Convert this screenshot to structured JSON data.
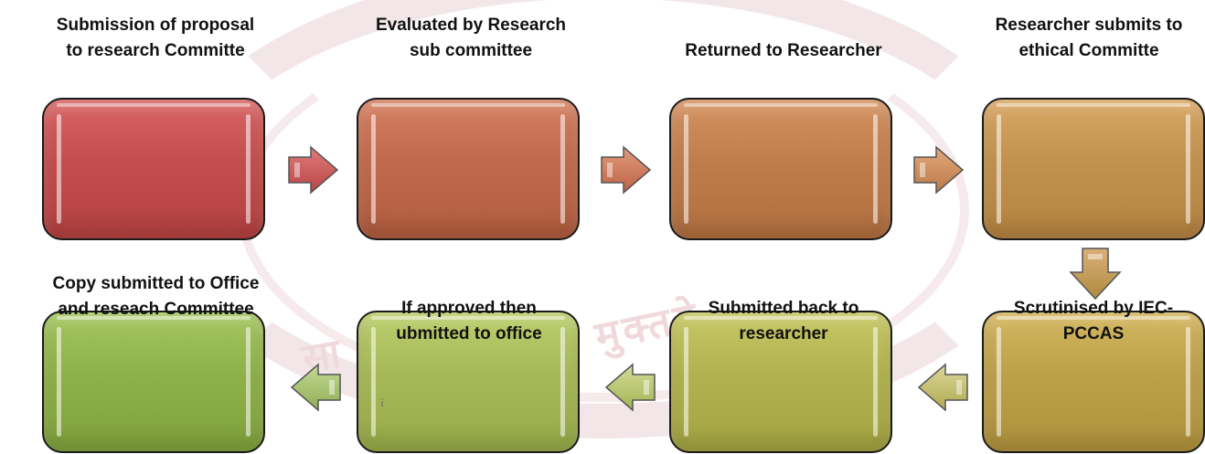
{
  "watermark": {
    "text_left": "सा वि",
    "text_right": "मुक्तये"
  },
  "top_row": [
    {
      "label": "Submission of proposal to research Committe",
      "color": "#c24e4e"
    },
    {
      "label": "Evaluated by Research sub committee",
      "color": "#bf6a4c"
    },
    {
      "label": "Returned to Researcher",
      "color": "#bf7d4d"
    },
    {
      "label": "Researcher submits to ethical Committe",
      "color": "#c2914e"
    }
  ],
  "bottom_row": [
    {
      "label": "Copy submitted to Office and reseach Committee",
      "color": "#8eb04a"
    },
    {
      "label": "If approved then ubmitted to office",
      "color": "#a6b857"
    },
    {
      "label": "Submitted back to researcher",
      "color": "#b1b24f"
    },
    {
      "label": "Scrutinised by IEC-PCCAS",
      "color": "#bda04a"
    }
  ],
  "stray_mark": "¡"
}
